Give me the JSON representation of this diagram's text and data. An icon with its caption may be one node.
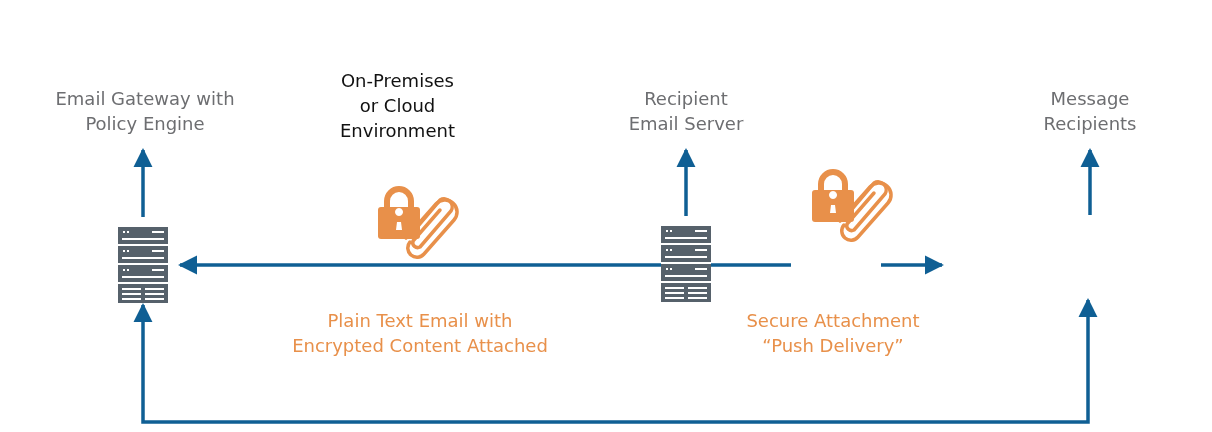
{
  "diagram": {
    "nodes": [
      {
        "text": [
          "Email Gateway with Policy Engine"
        ]
      },
      {
        "text": [
          "Recipient Email Server"
        ]
      },
      {
        "text": [
          "Message Recipients"
        ]
      },
      {
        "text": [],
        "shape": "server"
      },
      {
        "text": [],
        "shape": "server"
      }
    ],
    "edges": [
      {
        "from": 3,
        "to": 0,
        "arrow": "to"
      },
      {
        "from": 4,
        "to": 1,
        "arrow": "to"
      },
      {
        "from": null,
        "to": 2,
        "arrow": "to"
      },
      {
        "from": 4,
        "to": 3,
        "arrow": "to"
      },
      {
        "from": 4,
        "to": null,
        "arrow": "to"
      },
      {
        "from": 3,
        "to": null,
        "arrow": "both"
      }
    ],
    "labels": [
      "On-Premises or Cloud Environment",
      "Plain Text Email with Encrypted Content Attached",
      "Secure Attachment “Push Delivery”"
    ]
  }
}
